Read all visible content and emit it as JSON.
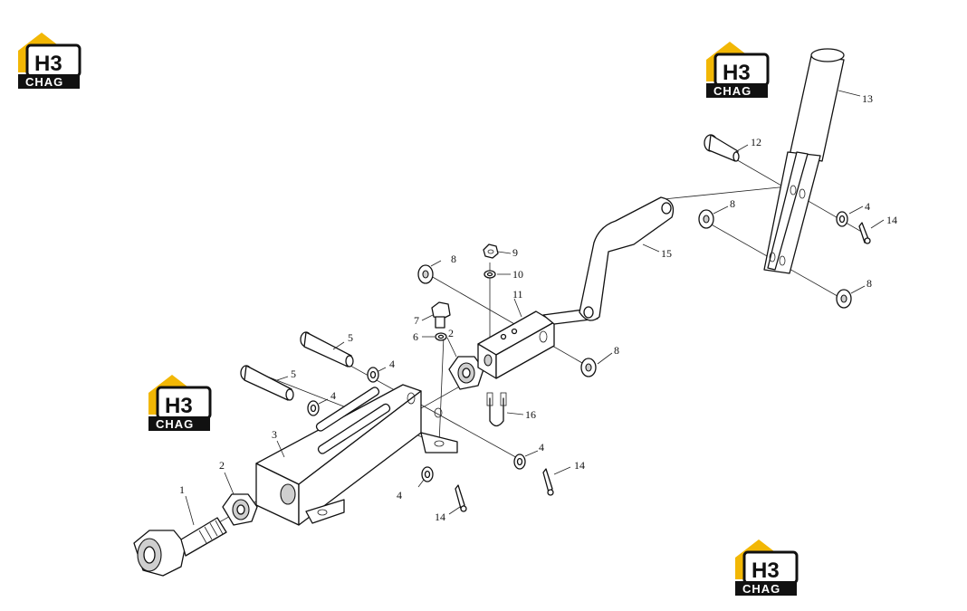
{
  "logo": {
    "brand_top": "H3",
    "brand_bottom": "CHAG",
    "colors": {
      "roof": "#f2b705",
      "box": "#111111",
      "bg": "#ffffff"
    }
  },
  "callouts": [
    {
      "id": "c1",
      "text": "1"
    },
    {
      "id": "c2a",
      "text": "2"
    },
    {
      "id": "c2b",
      "text": "2"
    },
    {
      "id": "c3",
      "text": "3"
    },
    {
      "id": "c4a",
      "text": "4"
    },
    {
      "id": "c4b",
      "text": "4"
    },
    {
      "id": "c4c",
      "text": "4"
    },
    {
      "id": "c4d",
      "text": "4"
    },
    {
      "id": "c4e",
      "text": "4"
    },
    {
      "id": "c5a",
      "text": "5"
    },
    {
      "id": "c5b",
      "text": "5"
    },
    {
      "id": "c6",
      "text": "6"
    },
    {
      "id": "c7",
      "text": "7"
    },
    {
      "id": "c8a",
      "text": "8"
    },
    {
      "id": "c8b",
      "text": "8"
    },
    {
      "id": "c8c",
      "text": "8"
    },
    {
      "id": "c8d",
      "text": "8"
    },
    {
      "id": "c9",
      "text": "9"
    },
    {
      "id": "c10",
      "text": "10"
    },
    {
      "id": "c11",
      "text": "11"
    },
    {
      "id": "c12",
      "text": "12"
    },
    {
      "id": "c13",
      "text": "13"
    },
    {
      "id": "c14a",
      "text": "14"
    },
    {
      "id": "c14b",
      "text": "14"
    },
    {
      "id": "c14c",
      "text": "14"
    },
    {
      "id": "c15",
      "text": "15"
    },
    {
      "id": "c16",
      "text": "16"
    }
  ]
}
